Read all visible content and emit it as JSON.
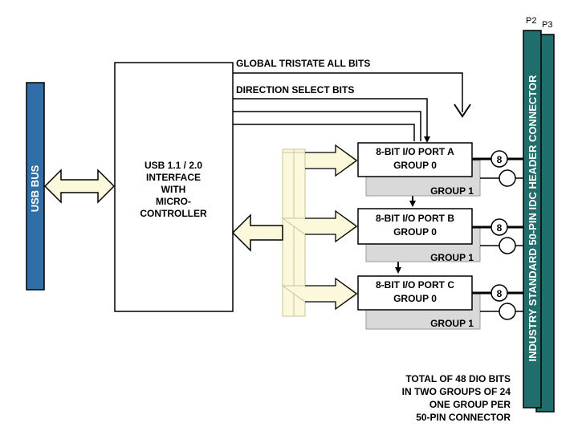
{
  "usb_bus": {
    "label": "USB BUS"
  },
  "interface": {
    "lines": [
      "USB 1.1 / 2.0",
      "INTERFACE",
      "WITH",
      "MICRO-",
      "CONTROLLER"
    ]
  },
  "signals": {
    "global_tristate": "GLOBAL TRISTATE ALL BITS",
    "direction_select": "DIRECTION SELECT BITS"
  },
  "ports": [
    {
      "name": "8-BIT I/O PORT A",
      "group0": "GROUP 0",
      "group1": "GROUP 1",
      "bits": "8"
    },
    {
      "name": "8-BIT I/O PORT B",
      "group0": "GROUP 0",
      "group1": "GROUP 1",
      "bits": "8"
    },
    {
      "name": "8-BIT I/O PORT C",
      "group0": "GROUP 0",
      "group1": "GROUP 1",
      "bits": "8"
    }
  ],
  "connector": {
    "label": "INDUSTRY STANDARD 50-PIN IDC HEADER CONNECTOR",
    "p2": "P2",
    "p3": "P3"
  },
  "note": [
    "TOTAL OF 48 DIO BITS",
    "IN TWO GROUPS OF 24",
    "ONE GROUP PER",
    "50-PIN CONNECTOR"
  ],
  "colors": {
    "usb_bus": "#2f6ea6",
    "connector": "#1f6e6c",
    "bus_fill": "#fbf8dc",
    "group1_fill": "#d9d9d9"
  }
}
